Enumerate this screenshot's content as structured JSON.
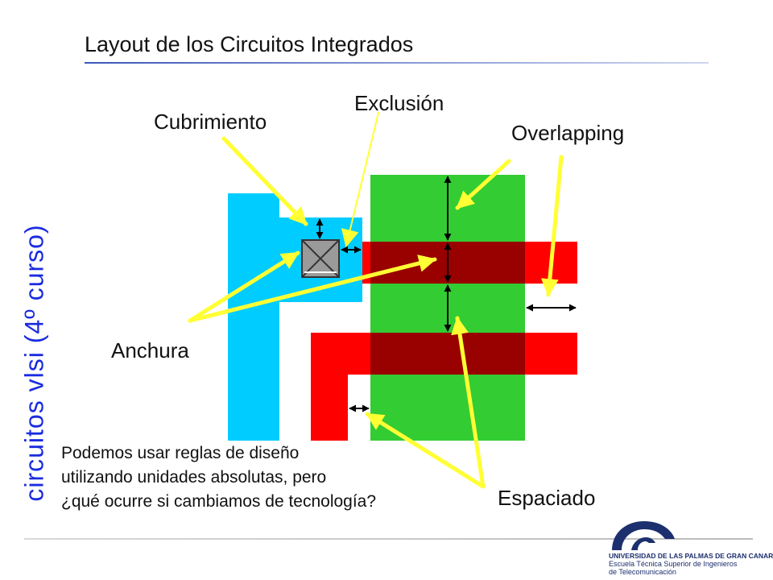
{
  "title": "Layout de los Circuitos Integrados",
  "side_label": "circuitos vlsi (4º curso)",
  "labels": {
    "cubrimiento": "Cubrimiento",
    "exclusion": "Exclusión",
    "overlapping": "Overlapping",
    "anchura": "Anchura",
    "espaciado": "Espaciado"
  },
  "question": [
    "Podemos usar reglas de diseño",
    "utilizando unidades absolutas, pero",
    "¿qué ocurre si cambiamos de tecnología?"
  ],
  "institution": {
    "line1": "UNIVERSIDAD DE LAS PALMAS DE GRAN CANARIA",
    "line2": "Escuela Técnica Superior de Ingenieros",
    "line3": "de Telecomunicación"
  },
  "colors": {
    "metal": "#00ccff",
    "diffusion": "#33cc33",
    "poly": "#ff0000",
    "transistor": "#990000",
    "annotation_arrow": "#ffff33",
    "side_label": "#1a2be0"
  }
}
